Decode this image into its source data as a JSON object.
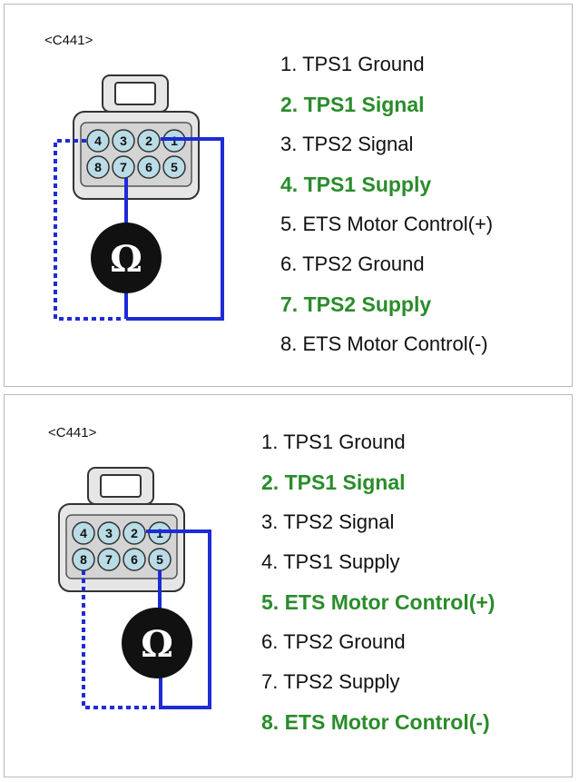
{
  "panels": [
    {
      "connector_label": "<C441>",
      "meter_symbol": "Ω",
      "pins_top": [
        "4",
        "3",
        "2",
        "1"
      ],
      "pins_bottom": [
        "8",
        "7",
        "6",
        "5"
      ],
      "pins": [
        {
          "label": "1. TPS1 Ground",
          "highlight": false
        },
        {
          "label": "2. TPS1 Signal",
          "highlight": true
        },
        {
          "label": "3. TPS2 Signal",
          "highlight": false
        },
        {
          "label": "4. TPS1 Supply",
          "highlight": true
        },
        {
          "label": "5. ETS Motor Control(+)",
          "highlight": false
        },
        {
          "label": "6. TPS2 Ground",
          "highlight": false
        },
        {
          "label": "7. TPS2 Supply",
          "highlight": true
        },
        {
          "label": "8. ETS Motor Control(-)",
          "highlight": false
        }
      ]
    },
    {
      "connector_label": "<C441>",
      "meter_symbol": "Ω",
      "pins_top": [
        "4",
        "3",
        "2",
        "1"
      ],
      "pins_bottom": [
        "8",
        "7",
        "6",
        "5"
      ],
      "pins": [
        {
          "label": "1. TPS1 Ground",
          "highlight": false
        },
        {
          "label": "2. TPS1 Signal",
          "highlight": true
        },
        {
          "label": "3. TPS2 Signal",
          "highlight": false
        },
        {
          "label": "4. TPS1 Supply",
          "highlight": false
        },
        {
          "label": "5. ETS Motor Control(+)",
          "highlight": true
        },
        {
          "label": "6. TPS2 Ground",
          "highlight": false
        },
        {
          "label": "7. TPS2 Supply",
          "highlight": false
        },
        {
          "label": "8. ETS Motor Control(-)",
          "highlight": true
        }
      ]
    }
  ],
  "colors": {
    "highlight": "#2a8c2a",
    "wire": "#1e2bd6",
    "pin_fill": "#b9dce6",
    "connector_fill": "#e6e6e6"
  }
}
